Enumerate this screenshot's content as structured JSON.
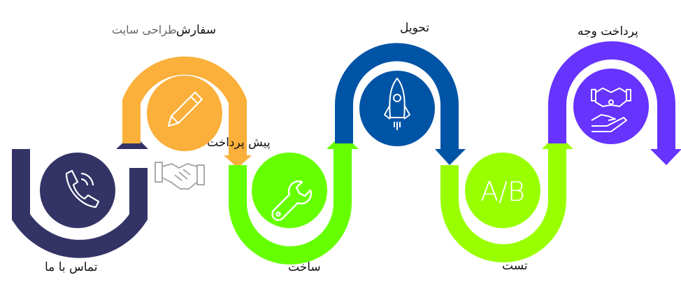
{
  "steps": {
    "contact": {
      "label": "تماس با ما",
      "color": "#333366"
    },
    "order": {
      "label": "سفارش",
      "sub_label": "طراحی سایت",
      "color": "#FBB03B"
    },
    "prepay": {
      "label": "پیش پرداخت"
    },
    "build": {
      "label": "ساخت",
      "color": "#66FF00"
    },
    "deliver": {
      "label": "تحویل",
      "color": "#0054A6"
    },
    "test": {
      "label": "تست",
      "color": "#99FF00"
    },
    "payment": {
      "label": "پرداخت وجه",
      "color": "#6633FF"
    }
  },
  "icons": {
    "contact": "phone-icon",
    "order": "pencil-icon",
    "prepay": "handshake-icon",
    "build": "wrench-icon",
    "deliver": "rocket-icon",
    "test": "ab-test-icon",
    "payment": "money-handshake-icon"
  },
  "test_icon_text": "A/B"
}
